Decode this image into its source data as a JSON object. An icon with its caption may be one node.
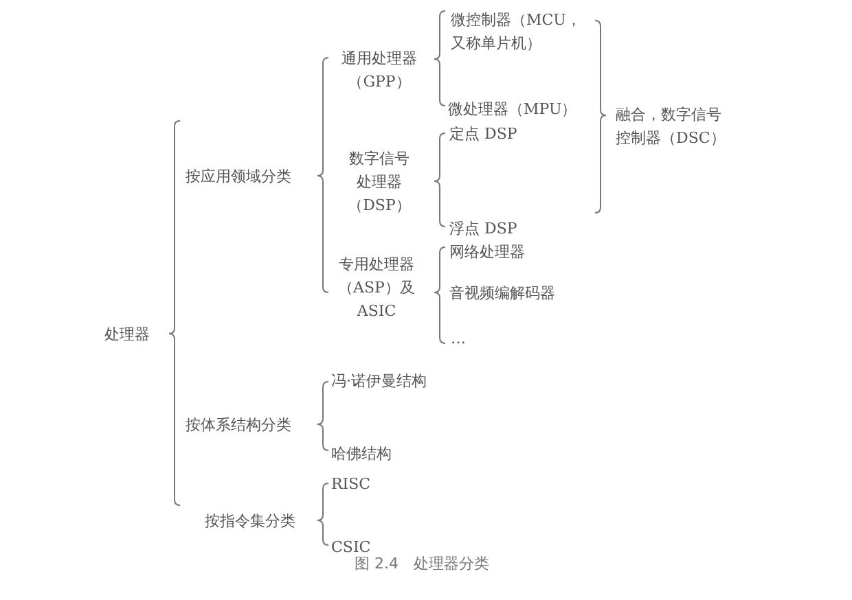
{
  "diagram": {
    "caption": "图 2.4　处理器分类",
    "labels": [
      "处理器",
      "按应用领域分类",
      "通用处理器（GPP）",
      "微控制器（MCU，又称单片机）",
      "微处理器（MPU）",
      "融合，数字信号控制器（DSC）",
      "数字信号处理器（DSP）",
      "定点 DSP",
      "浮点 DSP",
      "专用处理器（ASP）及ASIC",
      "网络处理器",
      "音视频编解码器",
      "…",
      "冯·诺伊曼结构",
      "按体系结构分类",
      "哈佛结构",
      "RISC",
      "按指令集分类",
      "CSIC"
    ]
  }
}
